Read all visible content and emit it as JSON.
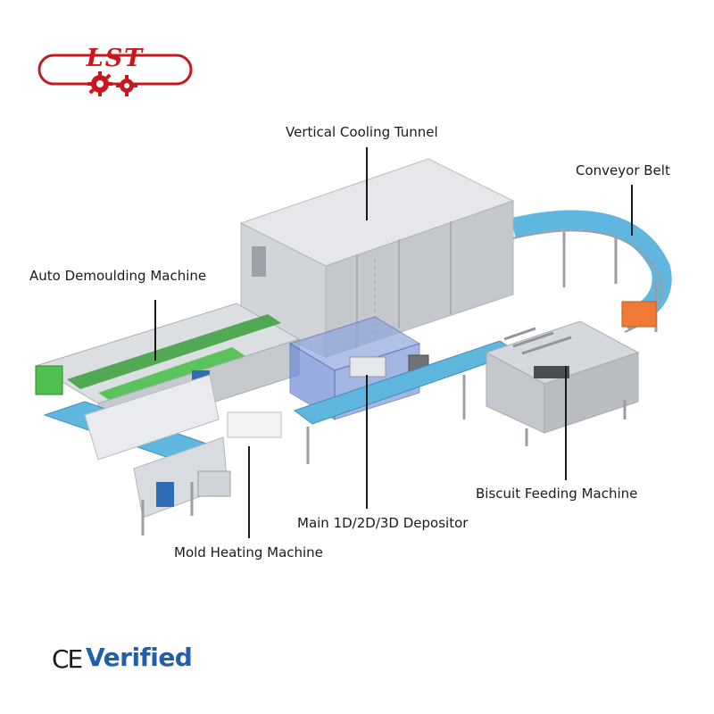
{
  "brand": {
    "logo_text": "LST"
  },
  "labels": {
    "cooling_tunnel": "Vertical Cooling Tunnel",
    "conveyor_belt": "Conveyor Belt",
    "auto_demoulding": "Auto Demoulding Machine",
    "biscuit_feeding": "Biscuit Feeding Machine",
    "depositor": "Main 1D/2D/3D Depositor",
    "mold_heating": "Mold Heating Machine"
  },
  "certification": {
    "ce": "CE",
    "verified": "Verified"
  },
  "colors": {
    "brand_red": "#c8181e",
    "verified_blue": "#1f5fae",
    "belt_blue": "#5fb7e0",
    "mould_green": "#3aa03a",
    "steel": "#c9ccd0"
  }
}
